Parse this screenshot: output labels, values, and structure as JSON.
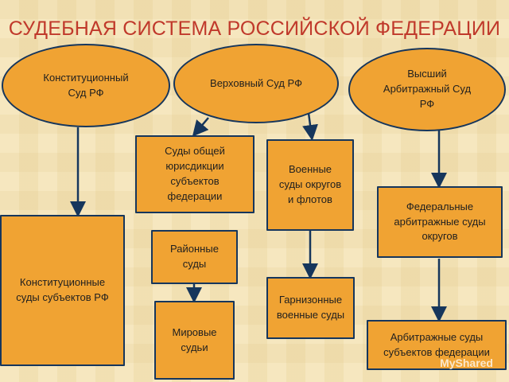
{
  "title": "СУДЕБНАЯ СИСТЕМА РОССИЙСКОЙ ФЕДЕРАЦИИ",
  "nodes": {
    "constitutional_court": "Конституционный\nСуд РФ",
    "supreme_court": "Верховный Суд РФ",
    "supreme_arbitration_court": "Высший\nАрбитражный Суд\nРФ",
    "general_jurisdiction_courts": "Суды общей\nюрисдикции\nсубъектов\nфедерации",
    "military_courts": "Военные\nсуды округов\nи флотов",
    "federal_arbitration_courts": "Федеральные\nарбитражные суды\nокругов",
    "constitutional_courts_subjects": "Конституционные\nсуды субъектов РФ",
    "district_courts": "Районные\nсуды",
    "garrison_courts": "Гарнизонные\nвоенные суды",
    "magistrate_courts": "Мировые\nсудьи",
    "arbitration_courts_subjects": "Арбитражные суды\nсубъектов федерации"
  },
  "watermark": "MyShared",
  "colors": {
    "title": "#c0392b",
    "node_fill": "#f0a333",
    "node_border": "#16365c",
    "arrow": "#16365c"
  }
}
